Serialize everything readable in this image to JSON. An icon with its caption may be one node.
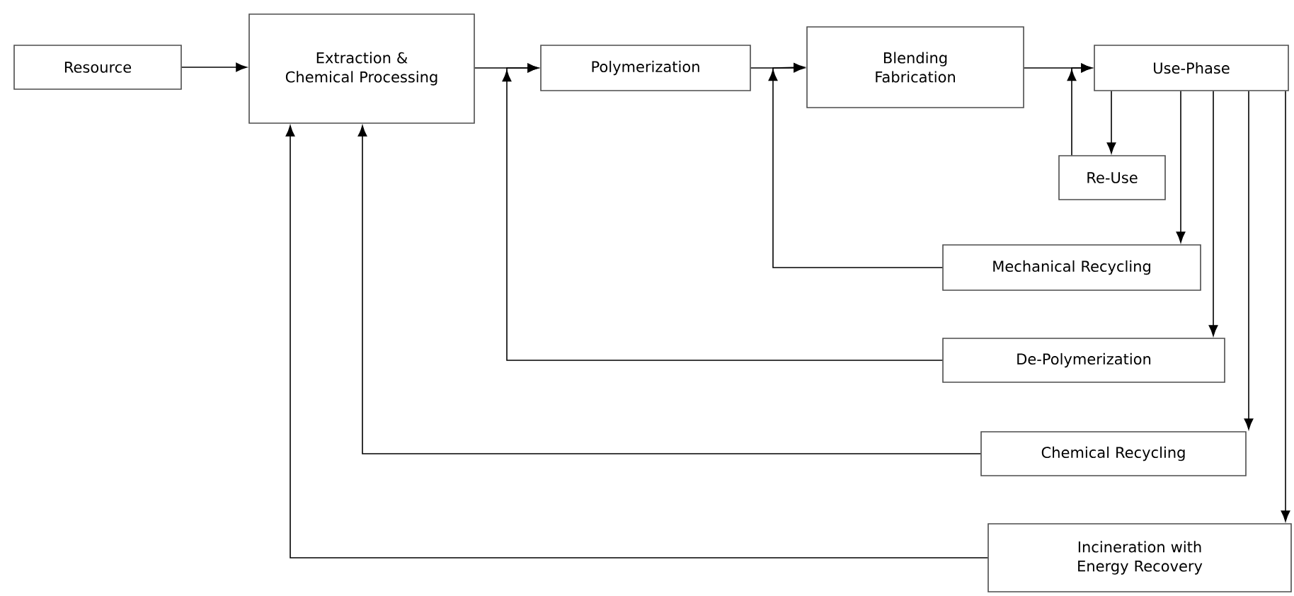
{
  "diagram": {
    "nodes": [
      {
        "text": [
          "Resource"
        ]
      },
      {
        "text": [
          "Extraction & Chemical Processing"
        ]
      },
      {
        "text": [
          "Polymerization"
        ]
      },
      {
        "text": [
          "Blending Fabrication"
        ]
      },
      {
        "text": [
          "Use-Phase"
        ]
      },
      {
        "text": [
          "Re-Use"
        ]
      },
      {
        "text": [
          "Mechanical Recycling"
        ]
      },
      {
        "text": [
          "De-Polymerization"
        ]
      },
      {
        "text": [
          "Chemical Recycling"
        ]
      },
      {
        "text": [
          "Incineration with Energy Recovery"
        ]
      }
    ],
    "edges": [
      {
        "from": 0,
        "to": 1,
        "arrow": "to"
      },
      {
        "from": 1,
        "to": 2,
        "arrow": "to"
      },
      {
        "from": 2,
        "to": 3,
        "arrow": "to"
      },
      {
        "from": 3,
        "to": 4,
        "arrow": "to"
      },
      {
        "from": 4,
        "to": 5,
        "arrow": "to"
      },
      {
        "from": 5,
        "to": 4,
        "arrow": "to"
      },
      {
        "from": 4,
        "to": 6,
        "arrow": "to"
      },
      {
        "from": 4,
        "to": 7,
        "arrow": "to"
      },
      {
        "from": 4,
        "to": 8,
        "arrow": "to"
      },
      {
        "from": 4,
        "to": 9,
        "arrow": "to"
      },
      {
        "from": 6,
        "to": 3,
        "arrow": "to"
      },
      {
        "from": 7,
        "to": 2,
        "arrow": "to"
      },
      {
        "from": 8,
        "to": 1,
        "arrow": "to"
      },
      {
        "from": 9,
        "to": 1,
        "arrow": "to"
      }
    ]
  }
}
